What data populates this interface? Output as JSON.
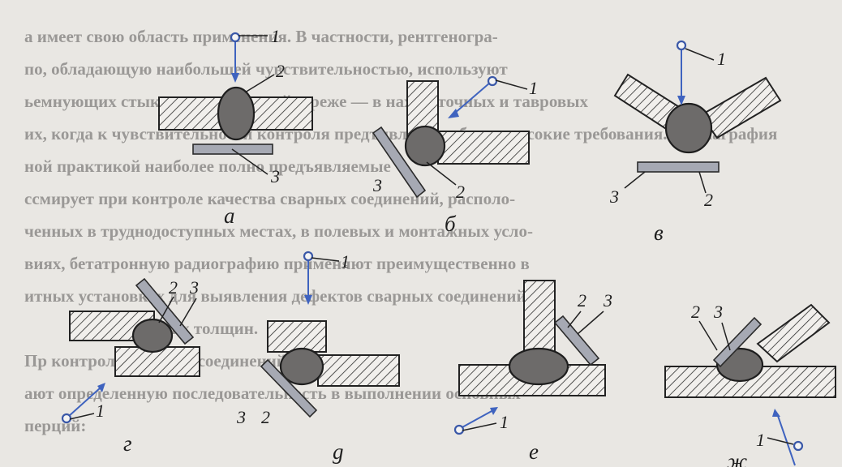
{
  "background_text": [
    "а имеет свою область применения. В частности, рентгеногра-",
    "по, обладающую наибольшей чувствительностью, используют",
    "ьемнующих стыковых соединений и реже — в нахлесточных и тавровых",
    "их, когда к чувствительности контроля предъявляются более высокие требования. Гаммаграфия",
    "ной практикой наиболее полно предъявляемые",
    "ссмирует при контроле качества сварных соединений, располо-",
    "ченных в труднодоступных местах, в полевых и монтажных усло-",
    "виях, бетатронную радиографию применяют преимущественно в",
    "итных установках для выявления дефектов сварных соединений",
    "больших толщин.",
    "Пр контроле сварных соединений, соблю-",
    "ают определенную последовательность в выполнении основных",
    "перций:"
  ],
  "figure": {
    "labels": {
      "source": "1",
      "weld": "2",
      "film": "3"
    },
    "captions": {
      "a": "а",
      "b": "б",
      "v": "в",
      "g": "г",
      "d": "g",
      "e": "е",
      "zh": "ж"
    }
  },
  "colors": {
    "background": "#e9e7e3",
    "weld_fill": "#6d6b6a",
    "film_fill": "#a6a9b3",
    "ray": "#3f63bf"
  }
}
